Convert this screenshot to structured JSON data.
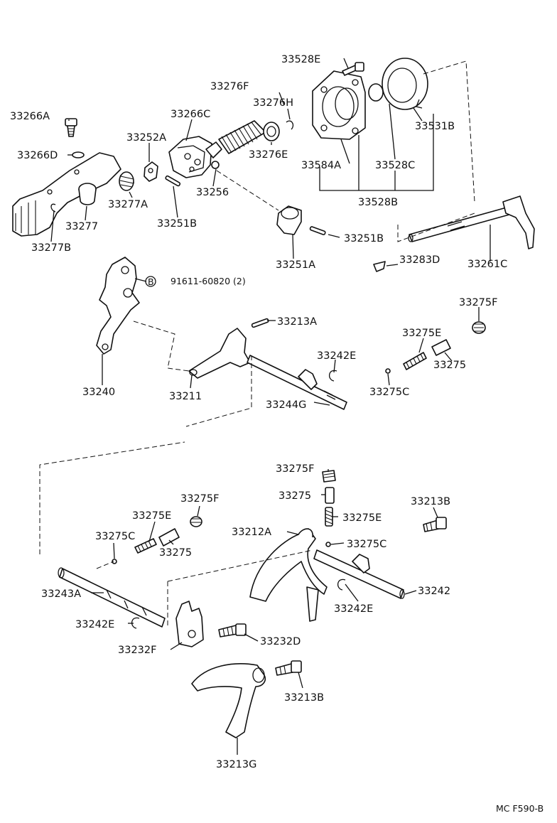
{
  "labels": {
    "l33528E": "33528E",
    "l33276F": "33276F",
    "l33276H": "33276H",
    "l33266C": "33266C",
    "l33266A": "33266A",
    "l33252A": "33252A",
    "l33531B": "33531B",
    "l33276E": "33276E",
    "l33266D": "33266D",
    "l33584A": "33584A",
    "l33528C": "33528C",
    "l33256": "33256",
    "l33277A": "33277A",
    "l33528B": "33528B",
    "l33277": "33277",
    "l33251B_a": "33251B",
    "l33251B_b": "33251B",
    "l33277B": "33277B",
    "l33283D": "33283D",
    "l33261C": "33261C",
    "l33251A": "33251A",
    "l91611": "91611-60820 (2)",
    "lB": "B",
    "l33275F_a": "33275F",
    "l33213A": "33213A",
    "l33275E_a": "33275E",
    "l33242E_a": "33242E",
    "l33275_a": "33275",
    "l33240": "33240",
    "l33211": "33211",
    "l33275C_a": "33275C",
    "l33244G": "33244G",
    "l33275F_b": "33275F",
    "l33275_b": "33275",
    "l33275F_c": "33275F",
    "l33213B_a": "33213B",
    "l33275E_b": "33275E",
    "l33275E_c": "33275E",
    "l33212A": "33212A",
    "l33275C_b": "33275C",
    "l33275_c": "33275",
    "l33275C_c": "33275C",
    "l33242": "33242",
    "l33243A": "33243A",
    "l33242E_b": "33242E",
    "l33242E_c": "33242E",
    "l33232D": "33232D",
    "l33232F": "33232F",
    "l33213B_b": "33213B",
    "l33213G": "33213G",
    "code": "MC F590-B"
  }
}
